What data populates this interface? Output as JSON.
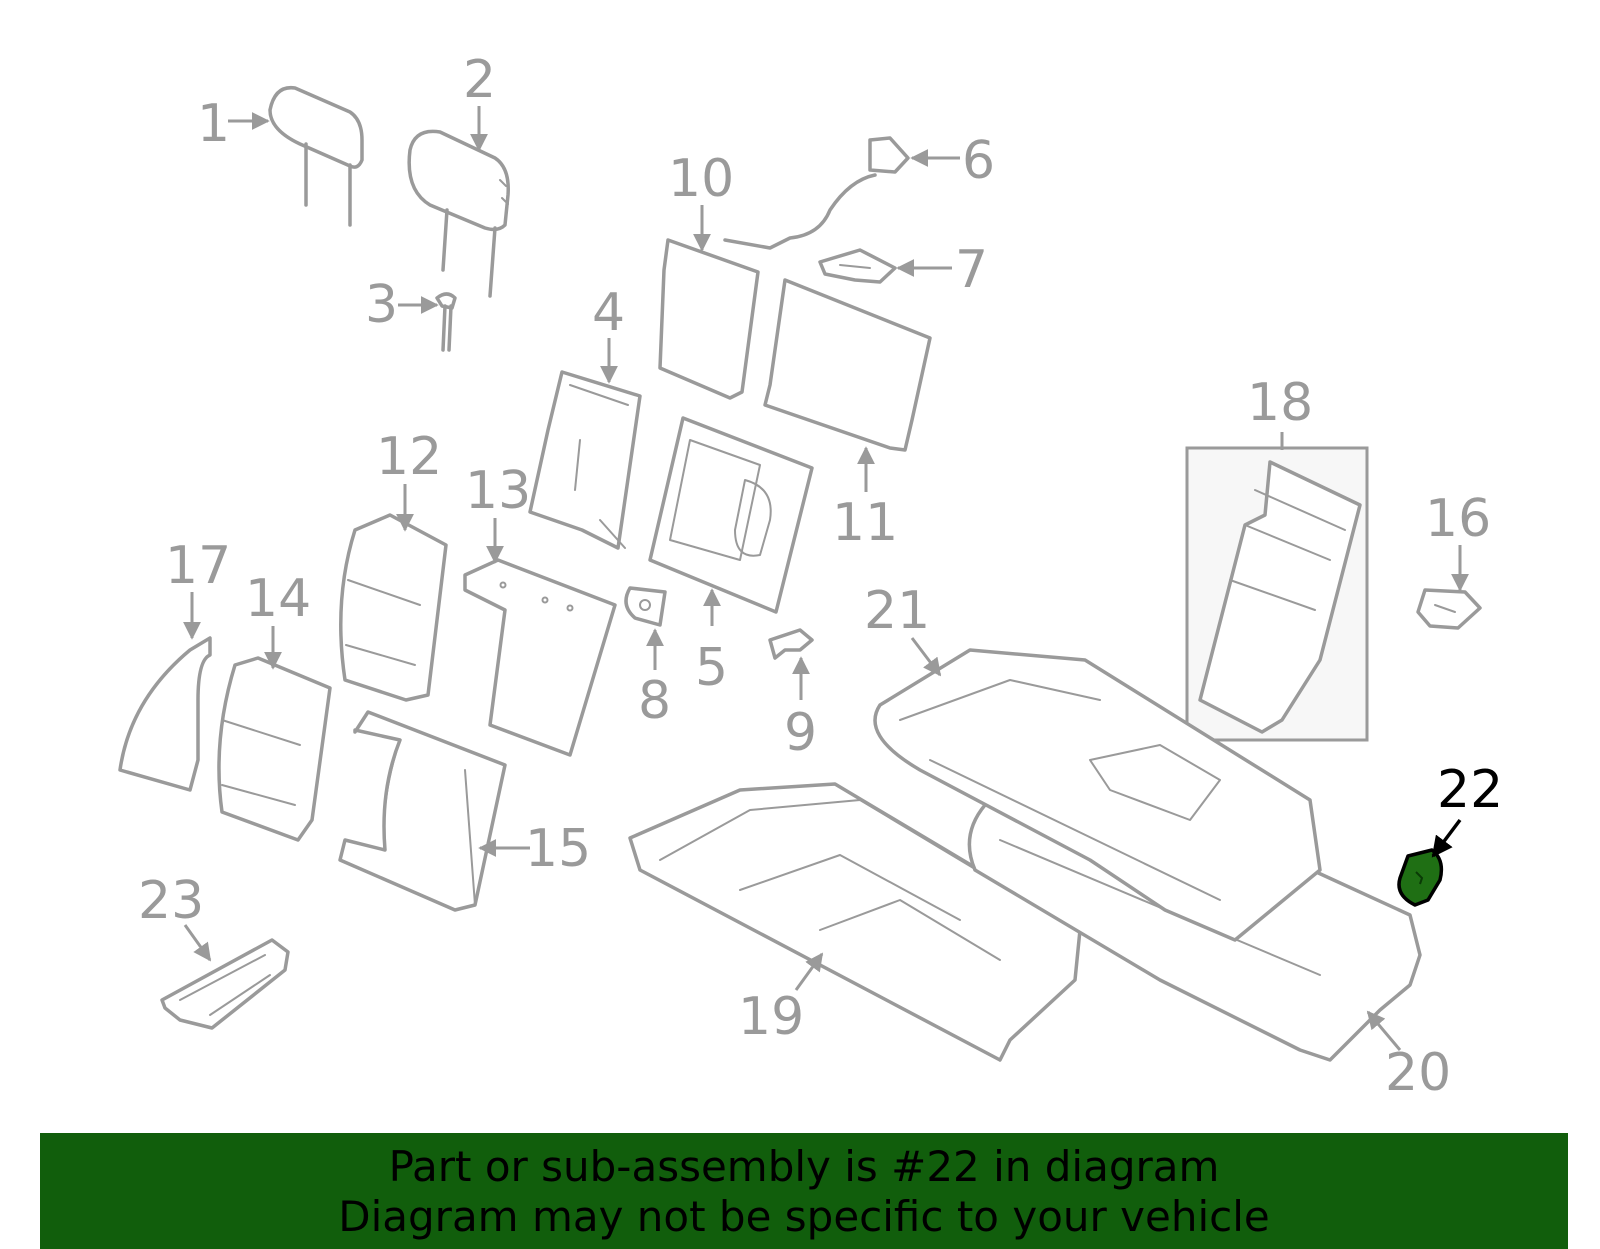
{
  "diagram": {
    "highlighted_part": "22",
    "highlight_color": "#1f6f14",
    "part_color": "#9a9a9a",
    "callouts": [
      "1",
      "2",
      "3",
      "4",
      "5",
      "6",
      "7",
      "8",
      "9",
      "10",
      "11",
      "12",
      "13",
      "14",
      "15",
      "16",
      "17",
      "18",
      "19",
      "20",
      "21",
      "22",
      "23"
    ]
  },
  "banner": {
    "line1": "Part or sub-assembly is #22 in diagram",
    "line2": "Diagram may not be specific to your vehicle",
    "background_color": "#115e0c"
  }
}
